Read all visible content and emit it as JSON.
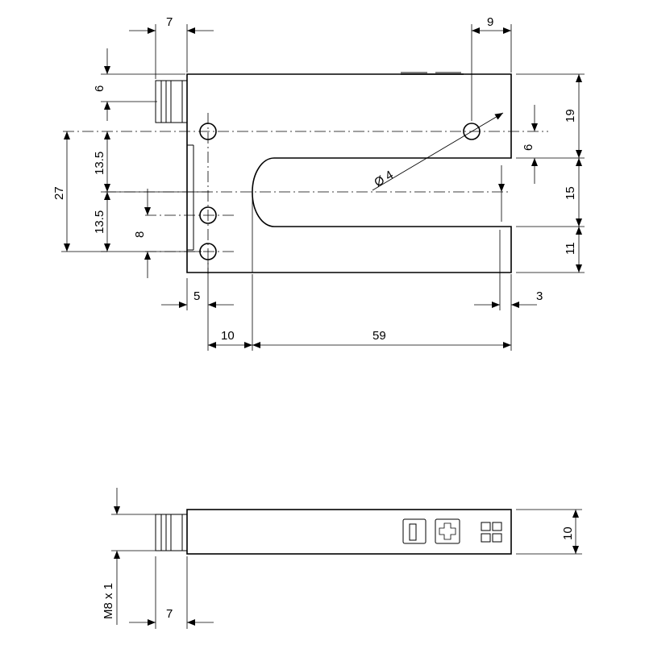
{
  "dimensions": {
    "top_connector_width": "7",
    "hole_offset_right": "9",
    "connector_height": "6",
    "pitch_upper": "13.5",
    "overall_hole_span": "27",
    "pitch_lower": "13.5",
    "hole_spacing": "8",
    "height_top": "19",
    "slot_offset": "6",
    "slot_width": "15",
    "height_bottom": "11",
    "hole_diameter": "Ø 4",
    "left_margin": "5",
    "slot_start": "10",
    "slot_depth": "59",
    "right_margin": "3",
    "side_thickness": "10",
    "thread": "M8 x 1",
    "side_connector_width": "7"
  },
  "panel_icons": [
    "minus-button-icon",
    "plus-button-icon",
    "led-indicators-icon"
  ]
}
